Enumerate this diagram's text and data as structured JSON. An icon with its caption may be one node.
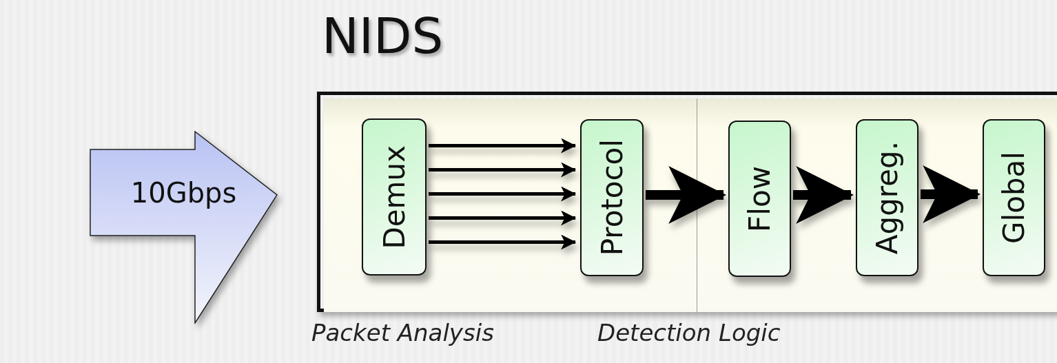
{
  "diagram": {
    "nodes": [
      {
        "text": [
          "10Gbps"
        ]
      },
      {
        "text": [
          "NIDS"
        ]
      },
      {
        "text": [
          "Packet Analysis"
        ],
        "in": 1
      },
      {
        "text": [
          "Detection Logic"
        ],
        "in": 1
      },
      {
        "text": [
          "Demux"
        ],
        "in": 2
      },
      {
        "text": [
          "Protocol"
        ],
        "in": 2
      },
      {
        "text": [
          "Flow"
        ],
        "in": 3
      },
      {
        "text": [
          "Aggreg."
        ],
        "in": 3
      },
      {
        "text": [
          "Global"
        ],
        "in": 3
      }
    ],
    "edges": [
      {
        "from": 4,
        "to": 5,
        "arrow": "to"
      },
      {
        "from": 4,
        "to": 5,
        "arrow": "to"
      },
      {
        "from": 4,
        "to": 5,
        "arrow": "to"
      },
      {
        "from": 4,
        "to": 5,
        "arrow": "to"
      },
      {
        "from": 4,
        "to": 5,
        "arrow": "to"
      },
      {
        "from": 5,
        "to": 6,
        "arrow": "to",
        "style": "thick"
      },
      {
        "from": 6,
        "to": 7,
        "arrow": "to",
        "style": "thick"
      },
      {
        "from": 7,
        "to": 8,
        "arrow": "to",
        "style": "thick"
      }
    ]
  }
}
